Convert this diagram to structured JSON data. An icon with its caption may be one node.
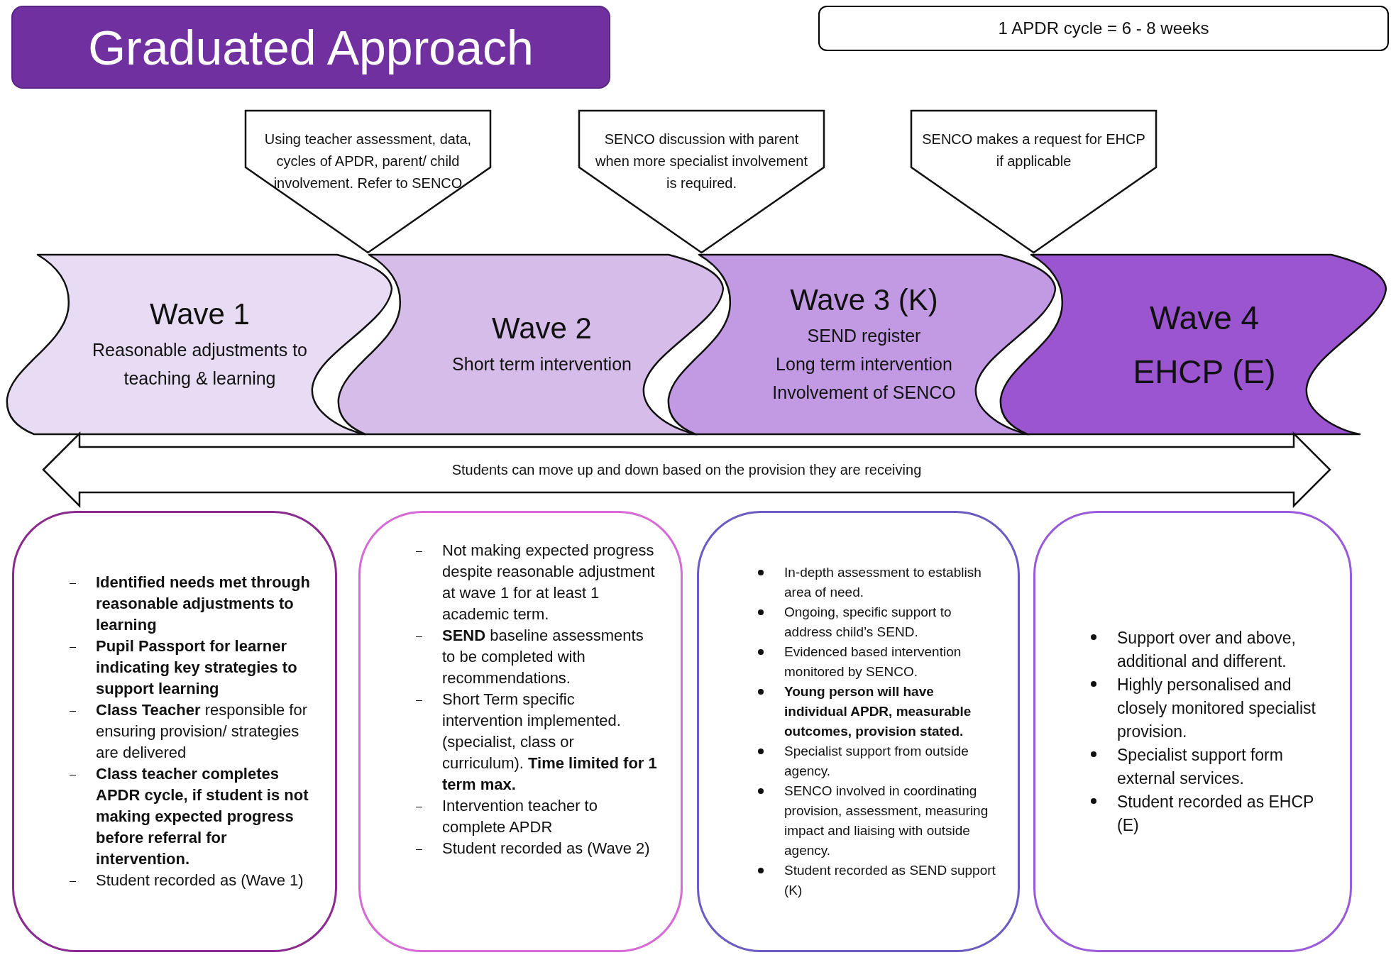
{
  "diagram": {
    "nodes": [
      {
        "text": [
          "Graduated Approach"
        ]
      },
      {
        "text": [
          "1 APDR cycle = 6 - 8 weeks"
        ]
      },
      {
        "text": [
          "Using teacher assessment, data, cycles of APDR, parent/ child involvement. Refer to SENCO"
        ]
      },
      {
        "text": [
          "SENCO discussion with parent when more specialist involvement is required."
        ]
      },
      {
        "text": [
          "SENCO makes a request for EHCP if applicable"
        ]
      },
      {
        "text": [
          "Wave 1",
          "Reasonable adjustments to teaching & learning"
        ]
      },
      {
        "text": [
          "Wave 2",
          "Short term intervention"
        ]
      },
      {
        "text": [
          "Wave 3 (K)",
          "SEND register",
          "Long term intervention",
          "Involvement of SENCO"
        ]
      },
      {
        "text": [
          "Wave 4",
          "EHCP (E)"
        ]
      },
      {
        "text": [
          "Students can move up and down based on the provision they are receiving"
        ]
      },
      {
        "text": [
          "**Identified needs met through reasonable adjustments to learning**",
          "**Pupil Passport for learner indicating key strategies to support learning**",
          "**Class Teacher** responsible for ensuring provision/ strategies are delivered",
          "**Class teacher completes APDR cycle, if student is not making expected progress before referral for intervention.**",
          "Student recorded as (Wave 1)"
        ]
      },
      {
        "text": [
          "Not making expected progress despite reasonable adjustment at wave 1 for at least 1 academic term.",
          "**SEND** baseline assessments to be completed with recommendations.",
          "Short Term specific intervention implemented. (specialist, class or curriculum). **Time limited for 1 term max.**",
          "Intervention teacher to complete APDR",
          "Student recorded as (Wave 2)"
        ]
      },
      {
        "text": [
          "In-depth assessment to establish area of need.",
          "Ongoing, specific support to address child’s SEND.",
          "Evidenced based intervention monitored by SENCO.",
          "**Young person will have individual APDR, measurable outcomes, provision stated.**",
          "Specialist support from outside agency.",
          "SENCO involved in coordinating provision, assessment, measuring impact and liaising with outside agency.",
          "Student recorded as SEND support (K)"
        ]
      },
      {
        "text": [
          "Support over and above, additional and different.",
          "Highly personalised and closely monitored specialist provision.",
          "Specialist support form external services.",
          "Student recorded as EHCP (E)"
        ]
      }
    ]
  }
}
